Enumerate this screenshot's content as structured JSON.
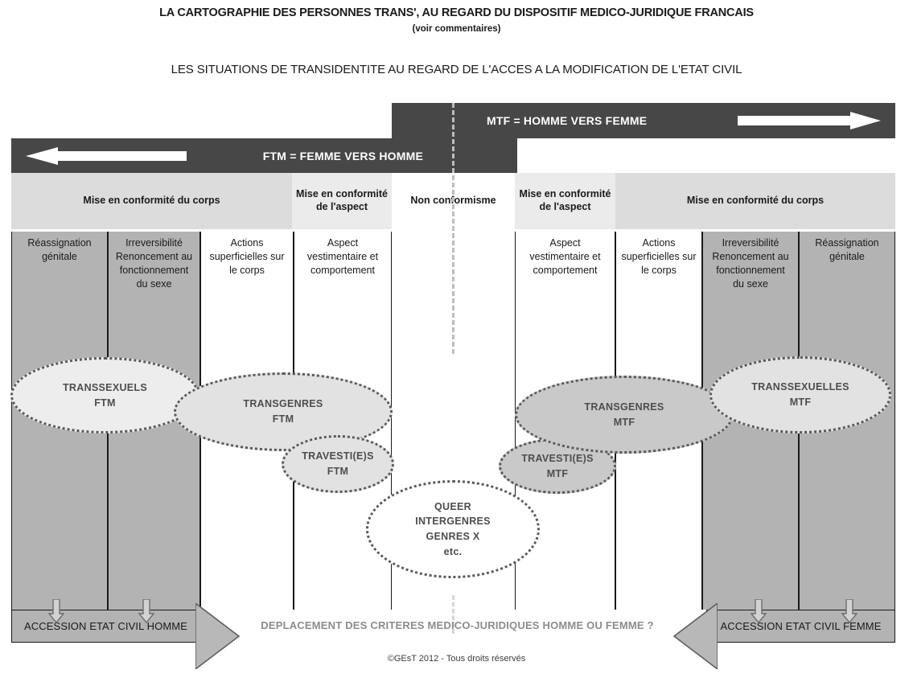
{
  "titles": {
    "main": "LA CARTOGRAPHIE DES PERSONNES TRANS', AU REGARD DU DISPOSITIF MEDICO-JURIDIQUE FRANCAIS",
    "sub": "(voir commentaires)",
    "second": "LES SITUATIONS DE TRANSIDENTITE AU REGARD DE L'ACCES A LA MODIFICATION DE L'ETAT CIVIL"
  },
  "direction_bars": {
    "mtf": {
      "label": "MTF = HOMME VERS FEMME",
      "arrow": "arrow-right-icon",
      "color": "#474747"
    },
    "ftm": {
      "label": "FTM = FEMME VERS HOMME",
      "arrow": "arrow-left-icon",
      "color": "#474747"
    }
  },
  "category_bands": [
    {
      "label": "Mise en conformité du corps",
      "shade": "grey"
    },
    {
      "label": "Mise en conformité de l'aspect",
      "shade": "light-grey"
    },
    {
      "label": "Non conformisme",
      "shade": "white"
    },
    {
      "label": "Mise en conformité de l'aspect",
      "shade": "light-grey"
    },
    {
      "label": "Mise en conformité du corps",
      "shade": "grey"
    }
  ],
  "columns": [
    {
      "label": "Réassignation génitale",
      "shade": "dark"
    },
    {
      "label": "Irreversibilité Renoncement au fonctionnement du sexe",
      "shade": "dark"
    },
    {
      "label": "Actions superficielles sur le corps",
      "shade": "white"
    },
    {
      "label": "Aspect vestimentaire et comportement",
      "shade": "white"
    },
    {
      "label": "",
      "shade": "white"
    },
    {
      "label": "Aspect vestimentaire et comportement",
      "shade": "white"
    },
    {
      "label": "Actions superficielles sur le corps",
      "shade": "white"
    },
    {
      "label": "Irreversibilité Renoncement au fonctionnement du sexe",
      "shade": "dark"
    },
    {
      "label": "Réassignation génitale",
      "shade": "dark"
    }
  ],
  "groups": [
    {
      "name": "transsexuels-ftm",
      "label": "TRANSSEXUELS\nFTM",
      "fill": "#ededed"
    },
    {
      "name": "transgenres-ftm",
      "label": "TRANSGENRES\nFTM",
      "fill": "#e2e2e2"
    },
    {
      "name": "travesties-ftm",
      "label": "TRAVESTI(E)S\nFTM",
      "fill": "#e2e2e2"
    },
    {
      "name": "queer",
      "label": "QUEER\nINTERGENRES\nGENRES X\netc.",
      "fill": "#ffffff"
    },
    {
      "name": "travesties-mtf",
      "label": "TRAVESTI(E)S\nMTF",
      "fill": "#c9c9c9"
    },
    {
      "name": "transgenres-mtf",
      "label": "TRANSGENRES\nMTF",
      "fill": "#c9c9c9"
    },
    {
      "name": "transsexuelles-mtf",
      "label": "TRANSSEXUELLES\nMTF",
      "fill": "#e2e2e2"
    }
  ],
  "footer": {
    "accession_left": "ACCESSION ETAT CIVIL HOMME",
    "accession_right": "ACCESSION ETAT CIVIL FEMME",
    "deplacement": "DEPLACEMENT DES CRITERES MEDICO-JURIDIQUES HOMME OU FEMME ?",
    "copyright": "©GEsT 2012 - Tous droits réservés"
  }
}
